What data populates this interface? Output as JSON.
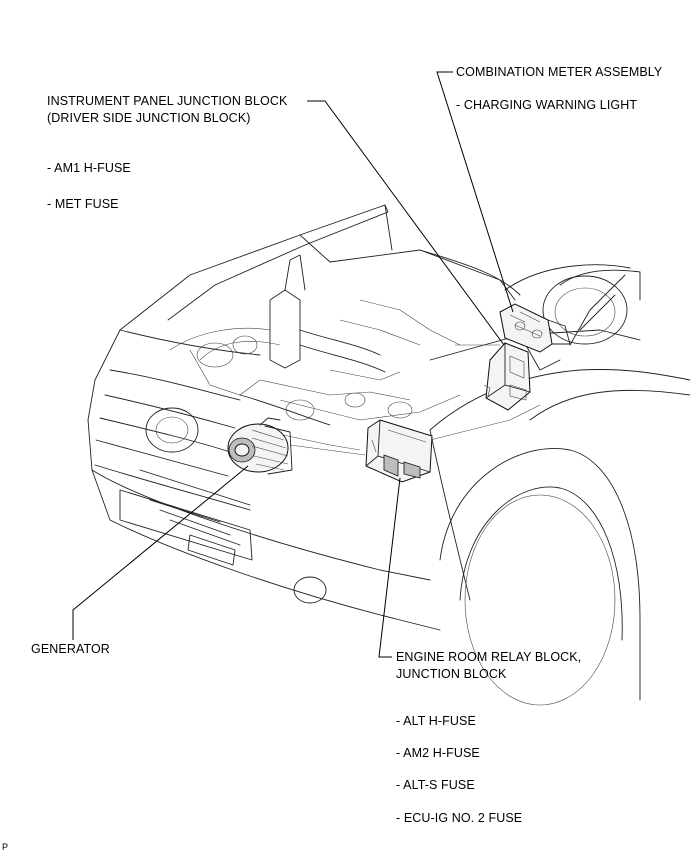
{
  "labels": {
    "combination_meter": "COMBINATION METER ASSEMBLY",
    "charging_warning": "- CHARGING WARNING LIGHT",
    "ip_junction_line1": "INSTRUMENT PANEL JUNCTION BLOCK",
    "ip_junction_line2": "(DRIVER SIDE JUNCTION BLOCK)",
    "am1_fuse": "- AM1 H-FUSE",
    "met_fuse": "- MET FUSE",
    "generator": "GENERATOR",
    "engine_room_line1": "ENGINE ROOM RELAY BLOCK,",
    "engine_room_line2": "JUNCTION BLOCK",
    "alt_fuse": "- ALT H-FUSE",
    "am2_fuse": "- AM2 H-FUSE",
    "alts_fuse": "- ALT-S FUSE",
    "ecu_fuse": "- ECU-IG NO. 2 FUSE",
    "corner_mark": "P"
  },
  "colors": {
    "ink": "#000000",
    "background": "#ffffff"
  }
}
